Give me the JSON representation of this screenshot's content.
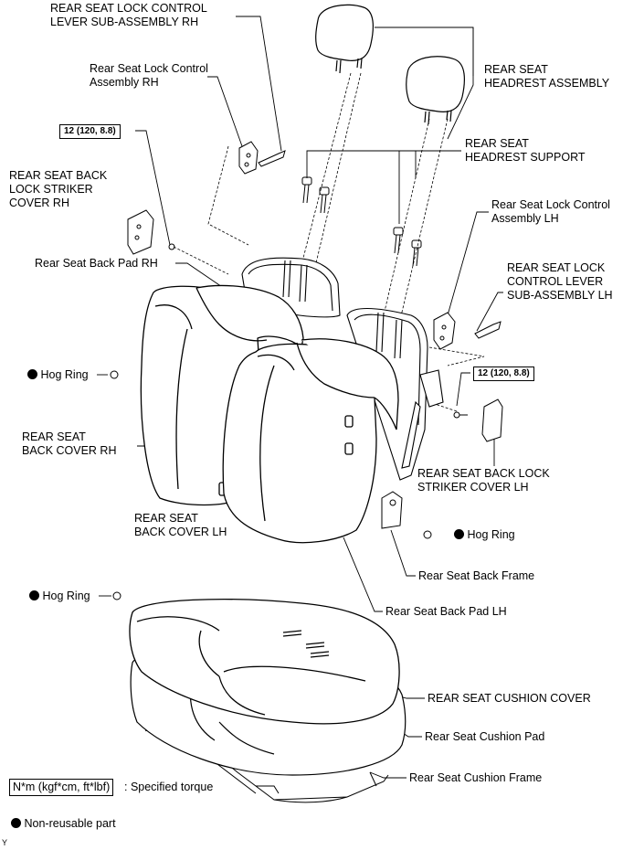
{
  "labels": {
    "lock_lever_rh": [
      "REAR SEAT LOCK CONTROL",
      "LEVER SUB-ASSEMBLY RH"
    ],
    "lock_control_rh": [
      "Rear Seat Lock Control",
      "Assembly RH"
    ],
    "headrest_assembly": [
      "REAR SEAT",
      "HEADREST ASSEMBLY"
    ],
    "headrest_support": [
      "REAR SEAT",
      "HEADREST SUPPORT"
    ],
    "torque_rh": "12 (120, 8.8)",
    "striker_cover_rh": [
      "REAR SEAT BACK",
      "LOCK STRIKER",
      "COVER RH"
    ],
    "lock_control_lh": [
      "Rear Seat Lock Control",
      "Assembly LH"
    ],
    "back_pad_rh": "Rear Seat Back Pad RH",
    "lock_lever_lh": [
      "REAR SEAT LOCK",
      "CONTROL LEVER",
      "SUB-ASSEMBLY LH"
    ],
    "hog_ring_1": "Hog Ring",
    "torque_lh": "12 (120, 8.8)",
    "back_cover_rh": [
      "REAR SEAT",
      "BACK COVER RH"
    ],
    "striker_cover_lh": [
      "REAR SEAT BACK LOCK",
      "STRIKER COVER LH"
    ],
    "back_cover_lh": [
      "REAR SEAT",
      "BACK COVER LH"
    ],
    "hog_ring_2": "Hog Ring",
    "back_frame": "Rear Seat Back Frame",
    "hog_ring_3": "Hog Ring",
    "back_pad_lh": "Rear Seat Back Pad LH",
    "cushion_cover": "REAR SEAT CUSHION COVER",
    "cushion_pad": "Rear Seat Cushion Pad",
    "cushion_frame": "Rear Seat Cushion Frame"
  },
  "legend": {
    "torque_units": "N*m (kgf*cm, ft*lbf)",
    "torque_desc": ": Specified torque",
    "non_reusable": "Non-reusable part"
  },
  "corner_mark": "Y"
}
